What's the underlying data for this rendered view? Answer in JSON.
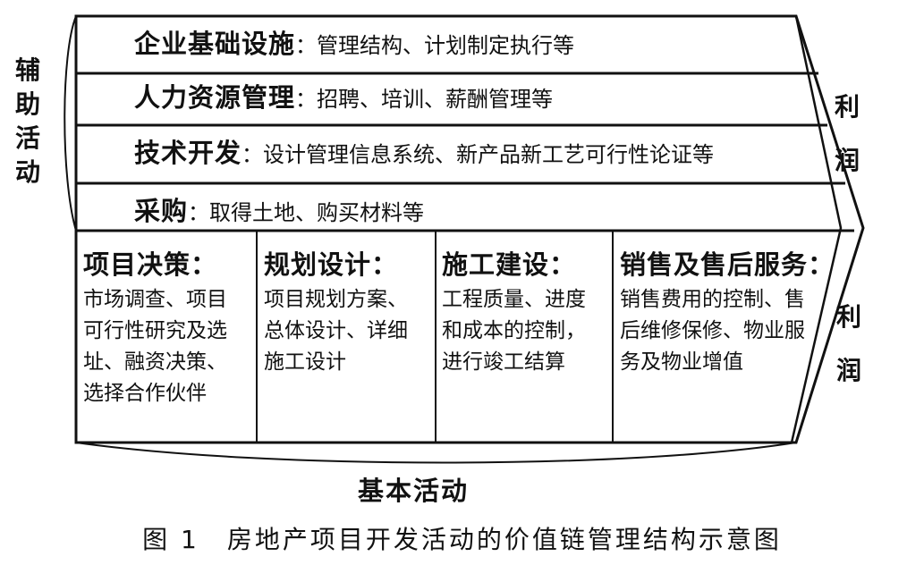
{
  "diagram": {
    "left_label": "辅助活动",
    "support_activities": [
      {
        "title": "企业基础设施",
        "desc": "：管理结构、计划制定执行等"
      },
      {
        "title": "人力资源管理",
        "desc": "：招聘、培训、薪酬管理等"
      },
      {
        "title": "技术开发",
        "desc": "：设计管理信息系统、新产品新工艺可行性论证等"
      },
      {
        "title": "采购",
        "desc": "：取得土地、购买材料等"
      }
    ],
    "primary_activities": [
      {
        "title": "项目决策：",
        "desc": "市场调查、项目可行性研究及选址、融资决策、选择合作伙伴"
      },
      {
        "title": "规划设计：",
        "desc": "项目规划方案、总体设计、详细施工设计"
      },
      {
        "title": "施工建设：",
        "desc": "工程质量、进度和成本的控制，进行竣工结算"
      },
      {
        "title": "销售及售后服务：",
        "desc": "销售费用的控制、售后维修保修、物业服务及物业增值"
      }
    ],
    "margin_label_top": "利润",
    "margin_label_bottom": "利润",
    "bottom_label": "基本活动",
    "caption": "图 1　房地产项目开发活动的价值链管理结构示意图"
  }
}
